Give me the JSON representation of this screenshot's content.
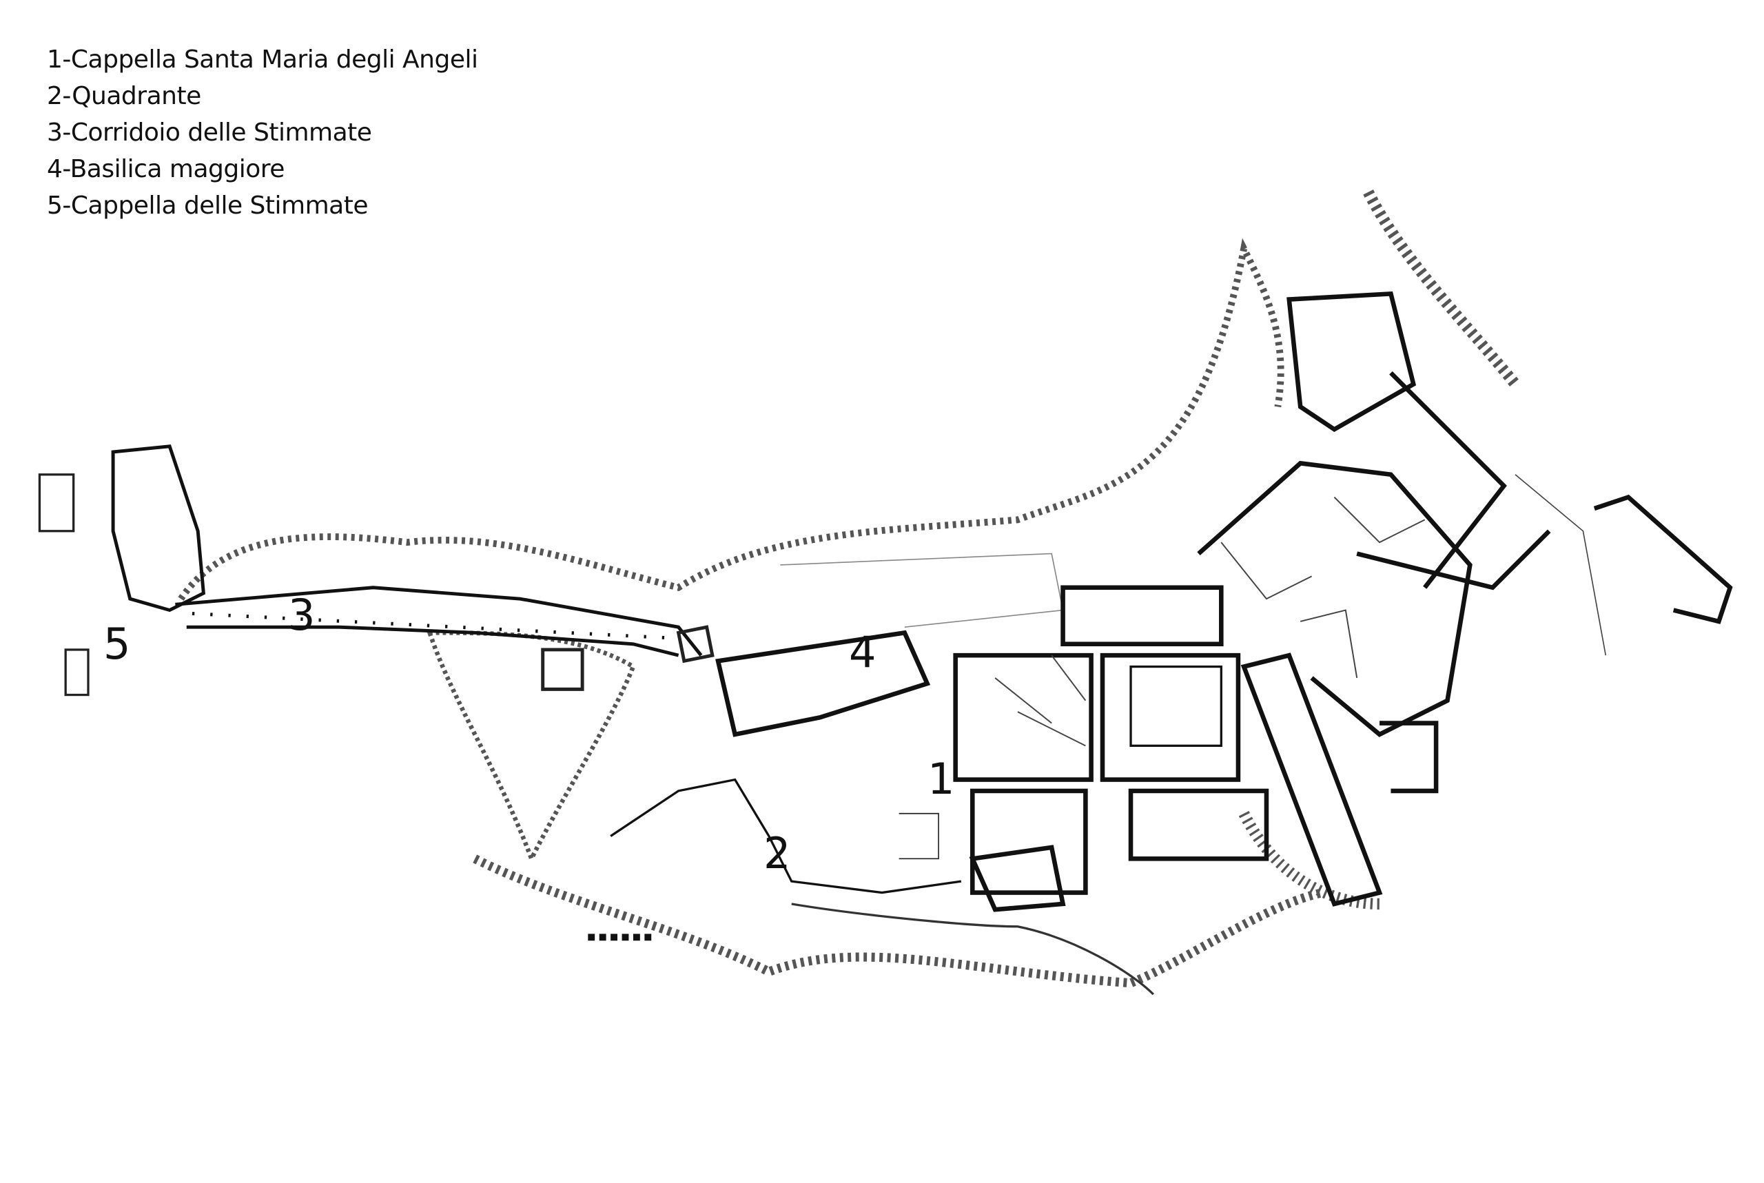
{
  "legend": {
    "items": [
      "1-Cappella Santa Maria degli Angeli",
      "2-Quadrante",
      "3-Corridoio delle Stimmate",
      "4-Basilica maggiore",
      "5-Cappella delle Stimmate"
    ]
  },
  "plan_labels": {
    "l1": "1",
    "l2": "2",
    "l3": "3",
    "l4": "4",
    "l5": "5"
  },
  "colors": {
    "ink": "#111111",
    "background": "#ffffff"
  }
}
